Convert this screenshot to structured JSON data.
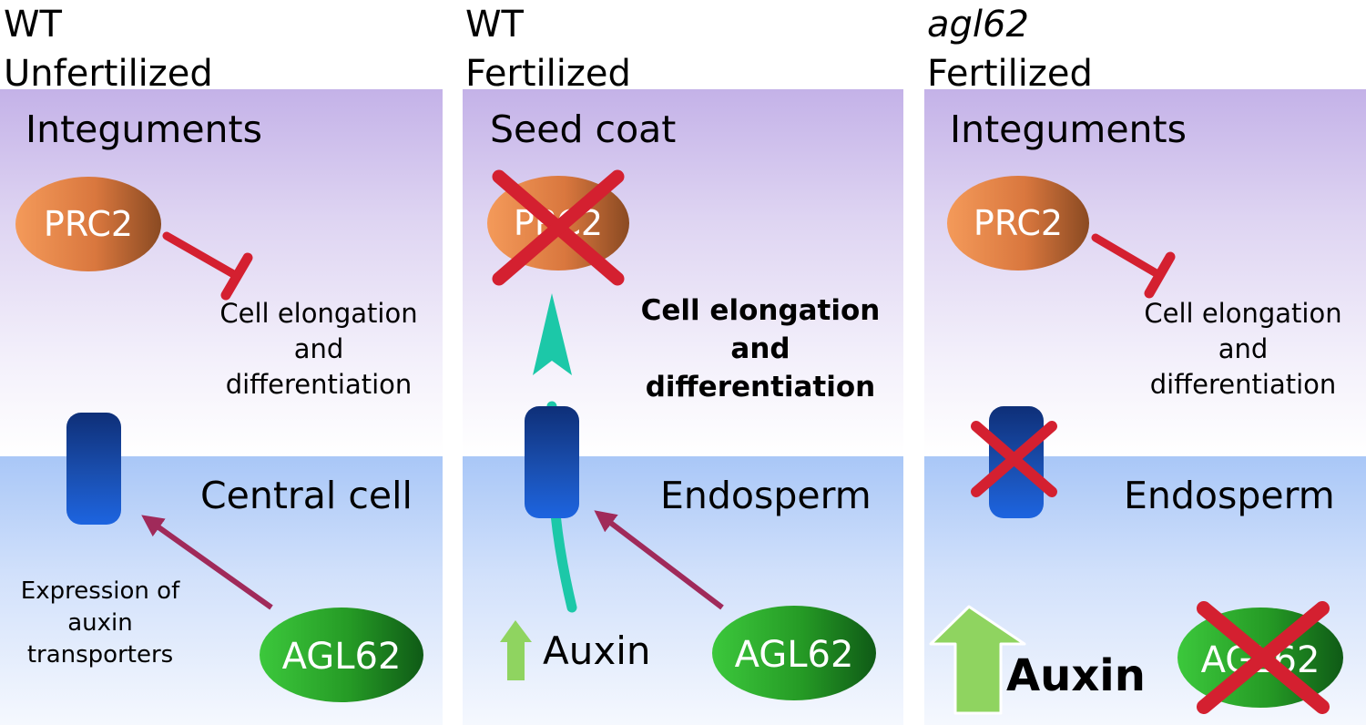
{
  "panels": [
    {
      "heading_line1": "WT",
      "heading_line2": "Unfertilized",
      "top_region_label": "Integuments",
      "bottom_region_label": "Central cell",
      "effect_label_lines": [
        "Cell elongation",
        "and",
        "differentiation"
      ],
      "transporter_note_lines": [
        "Expression of",
        "auxin",
        "transporters"
      ],
      "prc2_label": "PRC2",
      "agl62_label": "AGL62"
    },
    {
      "heading_line1": "WT",
      "heading_line2": "Fertilized",
      "top_region_label": "Seed coat",
      "bottom_region_label": "Endosperm",
      "effect_label_lines": [
        "Cell elongation",
        "and",
        "differentiation"
      ],
      "prc2_label": "PRC2",
      "agl62_label": "AGL62",
      "auxin_label": "Auxin"
    },
    {
      "heading_line1": "agl62",
      "heading_line2": "Fertilized",
      "top_region_label": "Integuments",
      "bottom_region_label": "Endosperm",
      "effect_label_lines": [
        "Cell elongation",
        "and",
        "differentiation"
      ],
      "prc2_label": "PRC2",
      "agl62_label": "AGL62",
      "auxin_label": "Auxin"
    }
  ],
  "colors": {
    "inhibition": "#d42030",
    "activation": "#a02a5a",
    "auxin_flow": "#1cc8a8",
    "auxin_up": "#8fd460",
    "cross": "#d42030",
    "prc2": "#e8844a",
    "agl62": "#2ca82c",
    "transporter": "#1848a8"
  }
}
